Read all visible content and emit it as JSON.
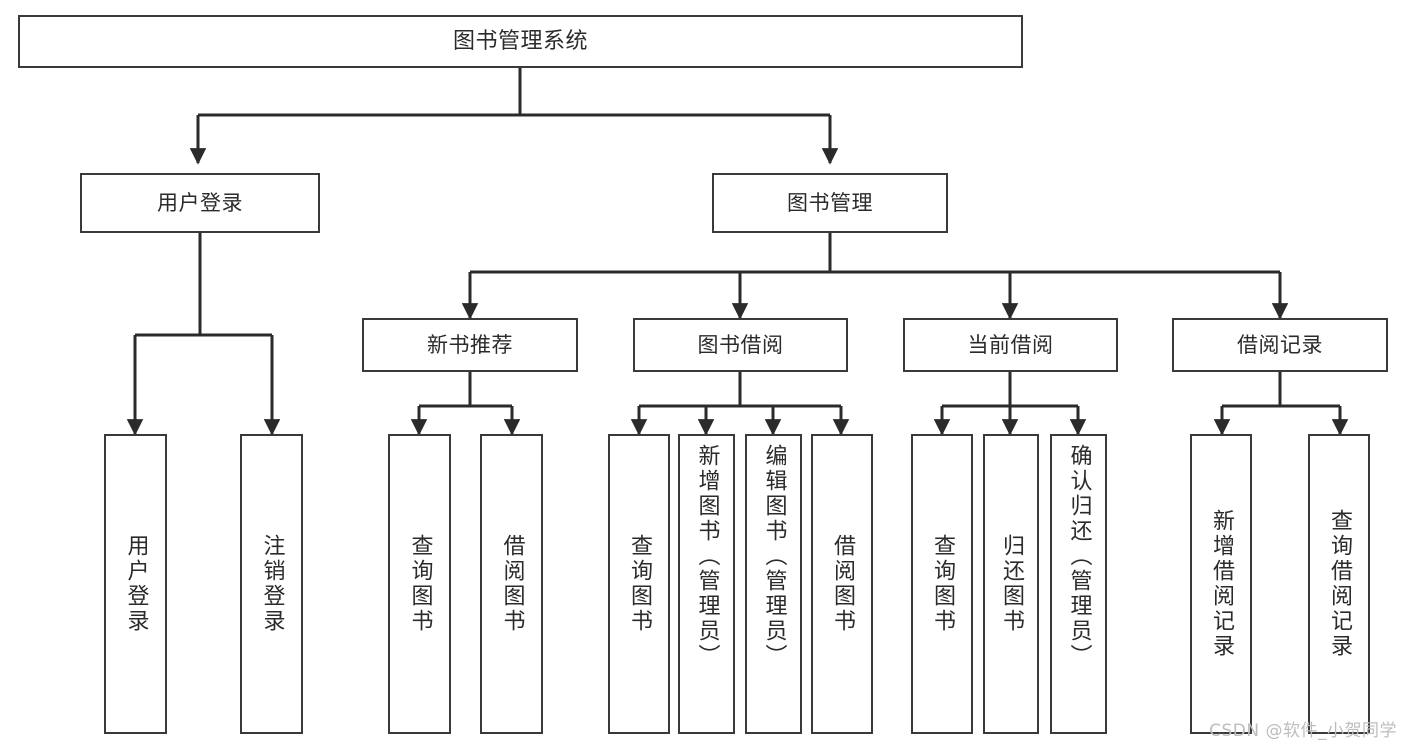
{
  "diagram": {
    "title": "图书管理系统",
    "type": "tree",
    "watermark": "CSDN @软件_小贺同学",
    "colors": {
      "box_border": "#3a3a3a",
      "box_fill": "#ffffff",
      "edge": "#2b2b2b",
      "text": "#2b2b2b",
      "watermark": "#bdbdbd",
      "background": "#ffffff"
    },
    "levels": {
      "root": {
        "label": "图书管理系统"
      },
      "level2": [
        {
          "label": "用户登录"
        },
        {
          "label": "图书管理"
        }
      ],
      "level3": [
        {
          "label": "新书推荐"
        },
        {
          "label": "图书借阅"
        },
        {
          "label": "当前借阅"
        },
        {
          "label": "借阅记录"
        }
      ],
      "leaves": {
        "user_login": [
          {
            "label": "用户登录"
          },
          {
            "label": "注销登录"
          }
        ],
        "new_book_recommend": [
          {
            "label": "查询图书"
          },
          {
            "label": "借阅图书"
          }
        ],
        "book_borrow": [
          {
            "label": "查询图书"
          },
          {
            "label": "新增图书（管理员）"
          },
          {
            "label": "编辑图书（管理员）"
          },
          {
            "label": "借阅图书"
          }
        ],
        "current_borrow": [
          {
            "label": "查询图书"
          },
          {
            "label": "归还图书"
          },
          {
            "label": "确认归还（管理员）"
          }
        ],
        "borrow_record": [
          {
            "label": "新增借阅记录"
          },
          {
            "label": "查询借阅记录"
          }
        ]
      }
    }
  }
}
